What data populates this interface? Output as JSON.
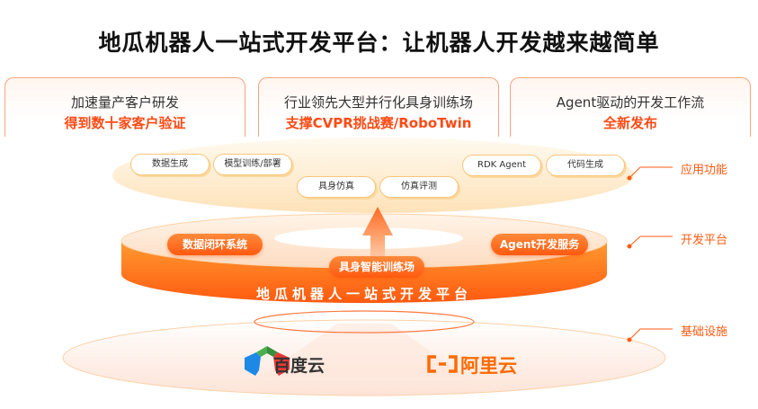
{
  "title": "地瓜机器人一站式开发平台：让机器人开发越来越简单",
  "cards": [
    {
      "line1": "加速量产客户研发",
      "line2": "得到数十家客户验证"
    },
    {
      "line1": "行业领先大型并行化具身训练场",
      "line2": "支撑CVPR挑战赛/RoboTwin"
    },
    {
      "line1": "Agent驱动的开发工作流",
      "line2": "全新发布"
    }
  ],
  "app_layer": {
    "label": "应用功能",
    "items": [
      "数据生成",
      "模型训练/部署",
      "具身仿真",
      "仿真评测",
      "RDK Agent",
      "代码生成"
    ]
  },
  "platform_layer": {
    "label": "开发平台",
    "items": [
      "数据闭环系统",
      "具身智能训练场",
      "Agent开发服务"
    ],
    "name": "地瓜机器人一站式开发平台"
  },
  "infra_layer": {
    "label": "基础设施",
    "providers": [
      "百度云",
      "阿里云"
    ]
  },
  "colors": {
    "accent": "#ff5a10",
    "highlight": "#ff4a14"
  }
}
